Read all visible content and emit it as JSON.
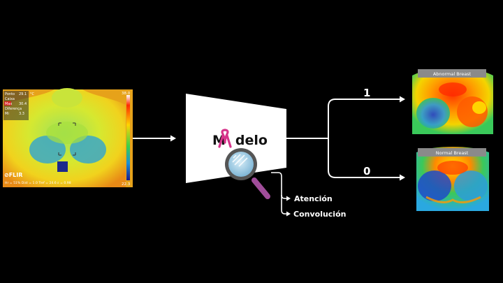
{
  "thermal_image": {
    "overlay_lines": [
      "Ponto",
      "Caixa",
      "Max",
      "Diferença",
      "Mi"
    ],
    "overlay_values": [
      "29.1",
      "30.4",
      "3.3"
    ],
    "unit": "°C",
    "scale_max": "38.0",
    "scale_min": "22.3",
    "brand": "FLIR",
    "footer": "Hr = 51%  Dist = 1.0  Tref = 24.6  ε = 0.98"
  },
  "model": {
    "label_prefix": "M",
    "label_suffix": "delo",
    "ribbon_color": "#d6338a"
  },
  "features": [
    "Atención",
    "Convolución"
  ],
  "outputs": [
    {
      "value": "1",
      "image_label": "Abnormal Breast"
    },
    {
      "value": "0",
      "image_label": "Normal Breast"
    }
  ]
}
